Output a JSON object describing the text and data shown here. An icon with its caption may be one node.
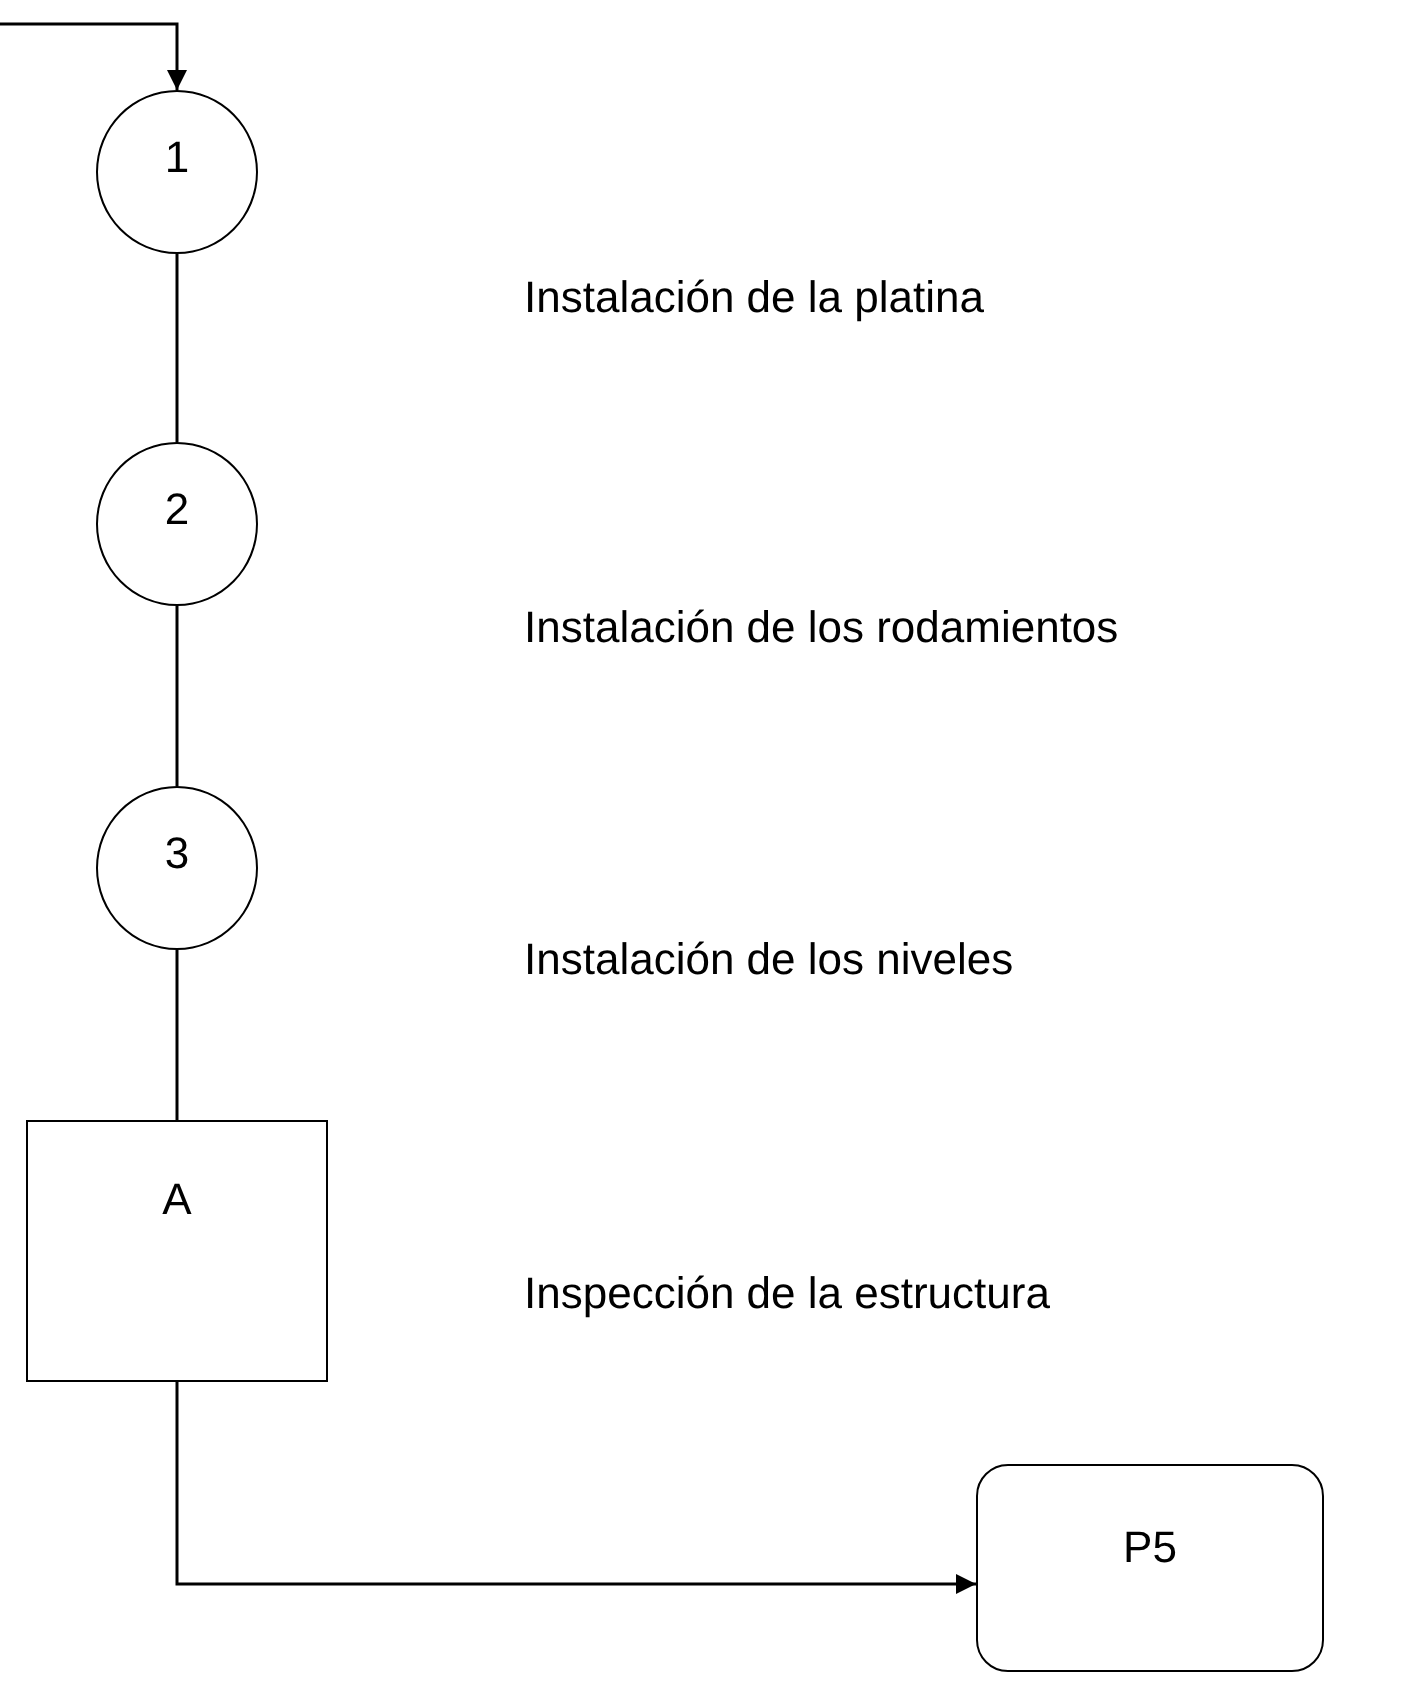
{
  "diagram": {
    "nodes": [
      {
        "text": [
          "1"
        ]
      },
      {
        "text": [
          "2"
        ]
      },
      {
        "text": [
          "3"
        ]
      },
      {
        "text": [
          "A"
        ]
      },
      {
        "text": [
          "P5"
        ]
      }
    ],
    "edges": [
      {
        "from": null,
        "to": 0,
        "arrow": "to"
      },
      {
        "from": 0,
        "to": 1,
        "arrow": "none"
      },
      {
        "from": 1,
        "to": 2,
        "arrow": "none"
      },
      {
        "from": 2,
        "to": 3,
        "arrow": "none"
      },
      {
        "from": 3,
        "to": 4,
        "arrow": "to"
      }
    ],
    "labels": [
      "Instalación de la platina",
      "Instalación de los rodamientos",
      "Instalación de los niveles",
      "Inspección de la estructura"
    ]
  }
}
